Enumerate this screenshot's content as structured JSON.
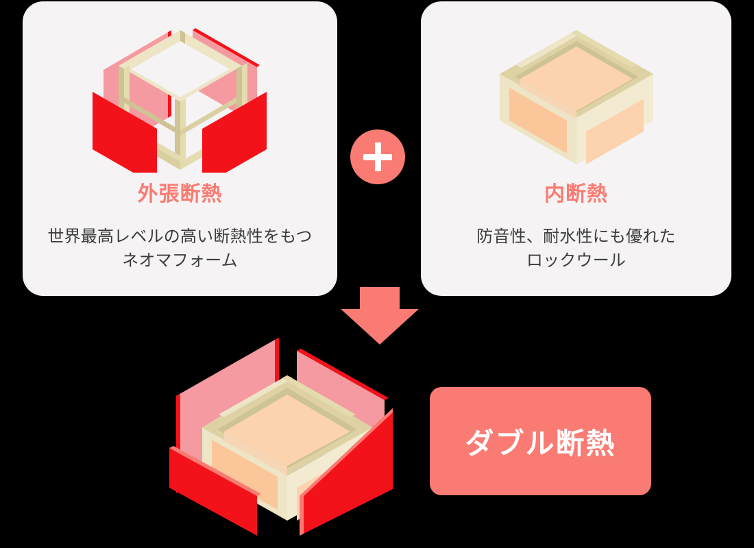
{
  "page": {
    "background_color": "#000000",
    "card_background": "#F5F3F3",
    "accent_color": "#FA7B73",
    "body_text_color": "#3C3C3C",
    "panel_red": "#F4121A",
    "panel_pink": "#F59AA0",
    "frame_beige": "#E4DBAE",
    "frame_beige_dark": "#CDC394",
    "inner_peach": "#FCD3AE"
  },
  "cards": [
    {
      "id": "outer-insulation",
      "title": "外張断熱",
      "description": "世界最高レベルの高い断熱性をもつ\nネオマフォーム",
      "illustration": "isometric-frame-with-red-panels"
    },
    {
      "id": "inner-insulation",
      "title": "内断熱",
      "description": "防音性、耐水性にも優れた\nロックウール",
      "illustration": "isometric-beige-box"
    }
  ],
  "operator": {
    "symbol": "+",
    "name": "plus-badge"
  },
  "arrow": {
    "direction": "down",
    "color": "#FA7B73"
  },
  "result": {
    "label": "ダブル断熱",
    "illustration": "isometric-double-insulation-box",
    "label_background": "#FA7B73",
    "label_text_color": "#FFFFFF"
  }
}
